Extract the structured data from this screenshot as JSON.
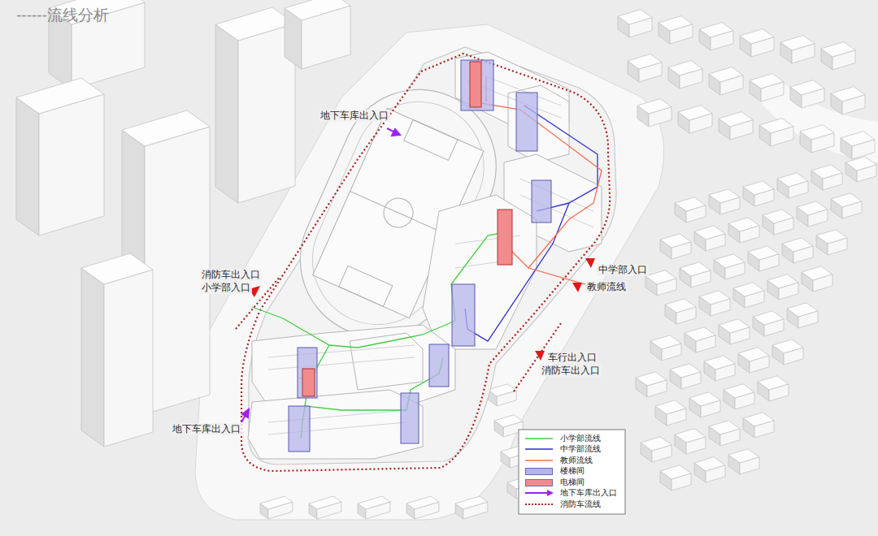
{
  "diagram": {
    "title": "------流线分析",
    "labels": [
      "地下车库出入口",
      "消防车出入口",
      "小学部入口",
      "中学部入口",
      "教师流线",
      "车行出入口",
      "消防车出入口",
      "地下车库出入口"
    ],
    "legend": [
      {
        "text": "小学部流线"
      },
      {
        "text": "中学部流线"
      },
      {
        "text": "教师流线"
      },
      {
        "text": "楼梯间",
        "color": "#b4b4ea"
      },
      {
        "text": "电梯间",
        "color": "#f28b8b"
      },
      {
        "text": "地下车库出入口"
      },
      {
        "text": "消防车流线"
      }
    ]
  }
}
